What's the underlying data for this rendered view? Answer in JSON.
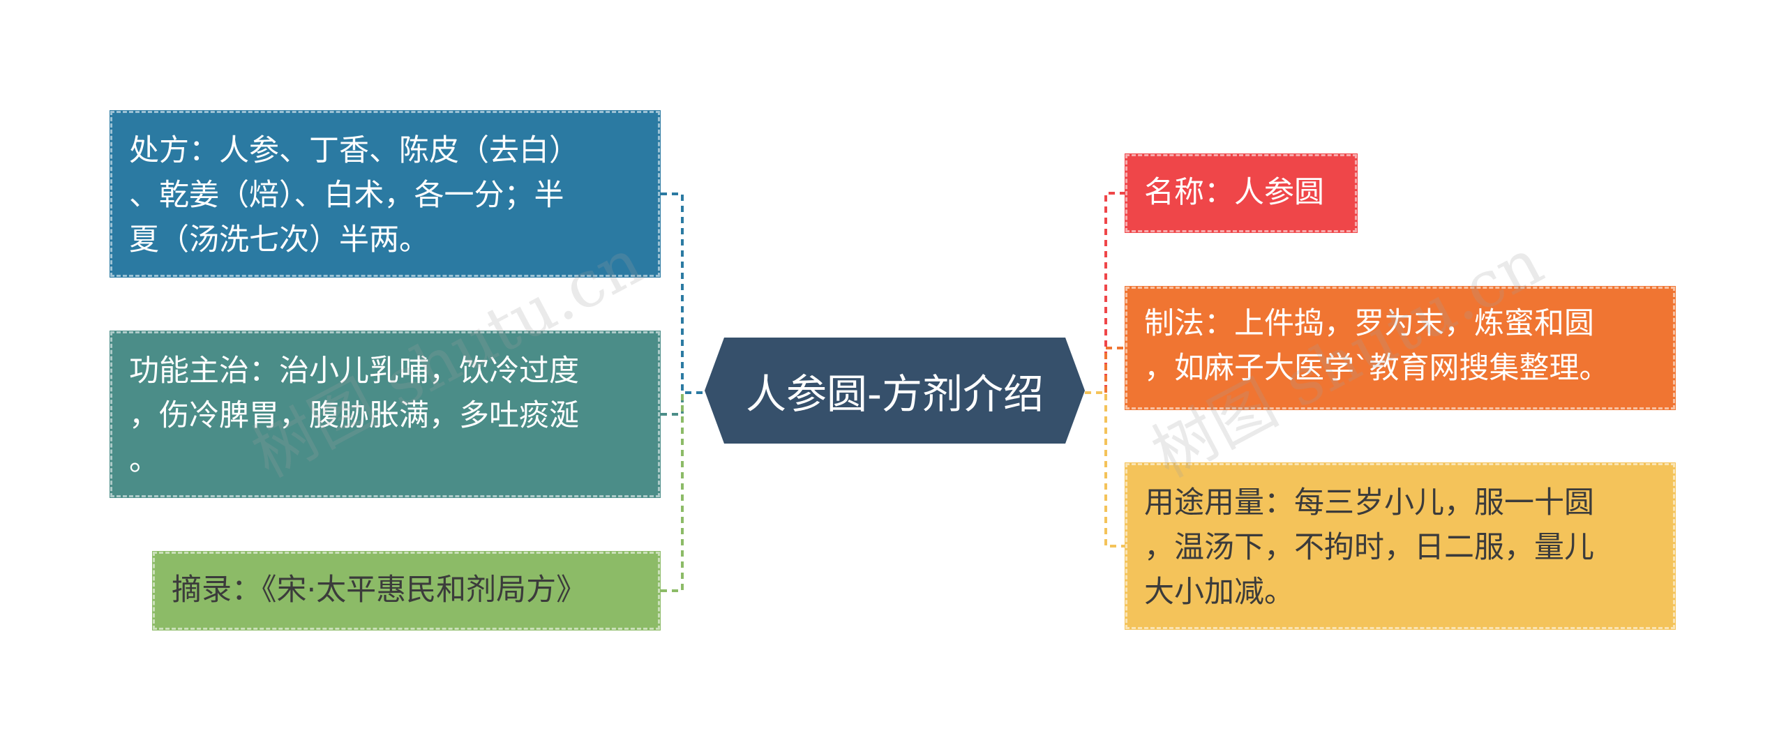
{
  "center": {
    "title": "人参圆-方剂介绍",
    "color": "#36506b"
  },
  "left_nodes": [
    {
      "id": "prescription",
      "text": "处方：人参、丁香、陈皮（去白）\n、乾姜（焙）、白术，各一分；半\n夏（汤洗七次）半两。",
      "color": "#2b7aa2"
    },
    {
      "id": "function",
      "text": "功能主治：治小儿乳哺，饮冷过度\n，伤冷脾胃，腹胁胀满，多吐痰涎\n。",
      "color": "#4b8d88"
    },
    {
      "id": "source",
      "text": "摘录：《宋·太平惠民和剂局方》",
      "color": "#8cbb67"
    }
  ],
  "right_nodes": [
    {
      "id": "name",
      "text": "名称：人参圆",
      "color": "#ef4649"
    },
    {
      "id": "method",
      "text": "制法：上件捣，罗为末，炼蜜和圆\n，如麻子大医学`教育网搜集整理。",
      "color": "#f07532"
    },
    {
      "id": "usage",
      "text": "用途用量：每三岁小儿，服一十圆\n，温汤下，不拘时，日二服，量儿\n大小加减。",
      "color": "#f4c35a"
    }
  ],
  "watermark": "树图 shutu.cn"
}
